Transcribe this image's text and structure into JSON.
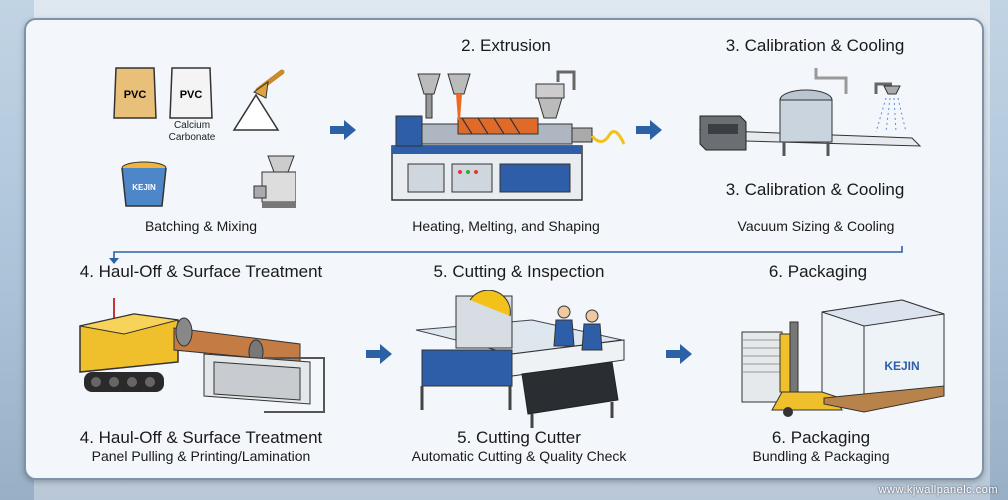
{
  "row1": {
    "stage1": {
      "caption": "Batching & Mixing",
      "bag1": "PVC",
      "bag2": "PVC",
      "bag2_label": "Calcium Carbonate",
      "bucket_brand": "KEJIN"
    },
    "stage2": {
      "heading": "2. Extrusion",
      "caption": "Heating, Melting, and Shaping"
    },
    "stage3": {
      "heading": "3. Calibration & Cooling",
      "heading2": "3. Calibration & Cooling",
      "caption": "Vacuum Sizing & Cooling"
    }
  },
  "row2": {
    "stage4": {
      "heading": "4. Haul-Off & Surface Treatment",
      "title": "4. Haul-Off & Surface Treatment",
      "caption": "Panel Pulling & Printing/Lamination"
    },
    "stage5": {
      "heading": "5. Cutting & Inspection",
      "title": "5. Cutting Cutter",
      "caption": "Automatic Cutting & Quality Check"
    },
    "stage6": {
      "heading": "6. Packaging",
      "title": "6. Packaging",
      "caption": "Bundling & Packaging",
      "box_brand": "KEJIN"
    }
  },
  "colors": {
    "arrow": "#2b62a6",
    "card_border": "#7f93a8",
    "machine_blue": "#2e5ea8"
  },
  "watermark": "www.kjwallpanelc.com"
}
